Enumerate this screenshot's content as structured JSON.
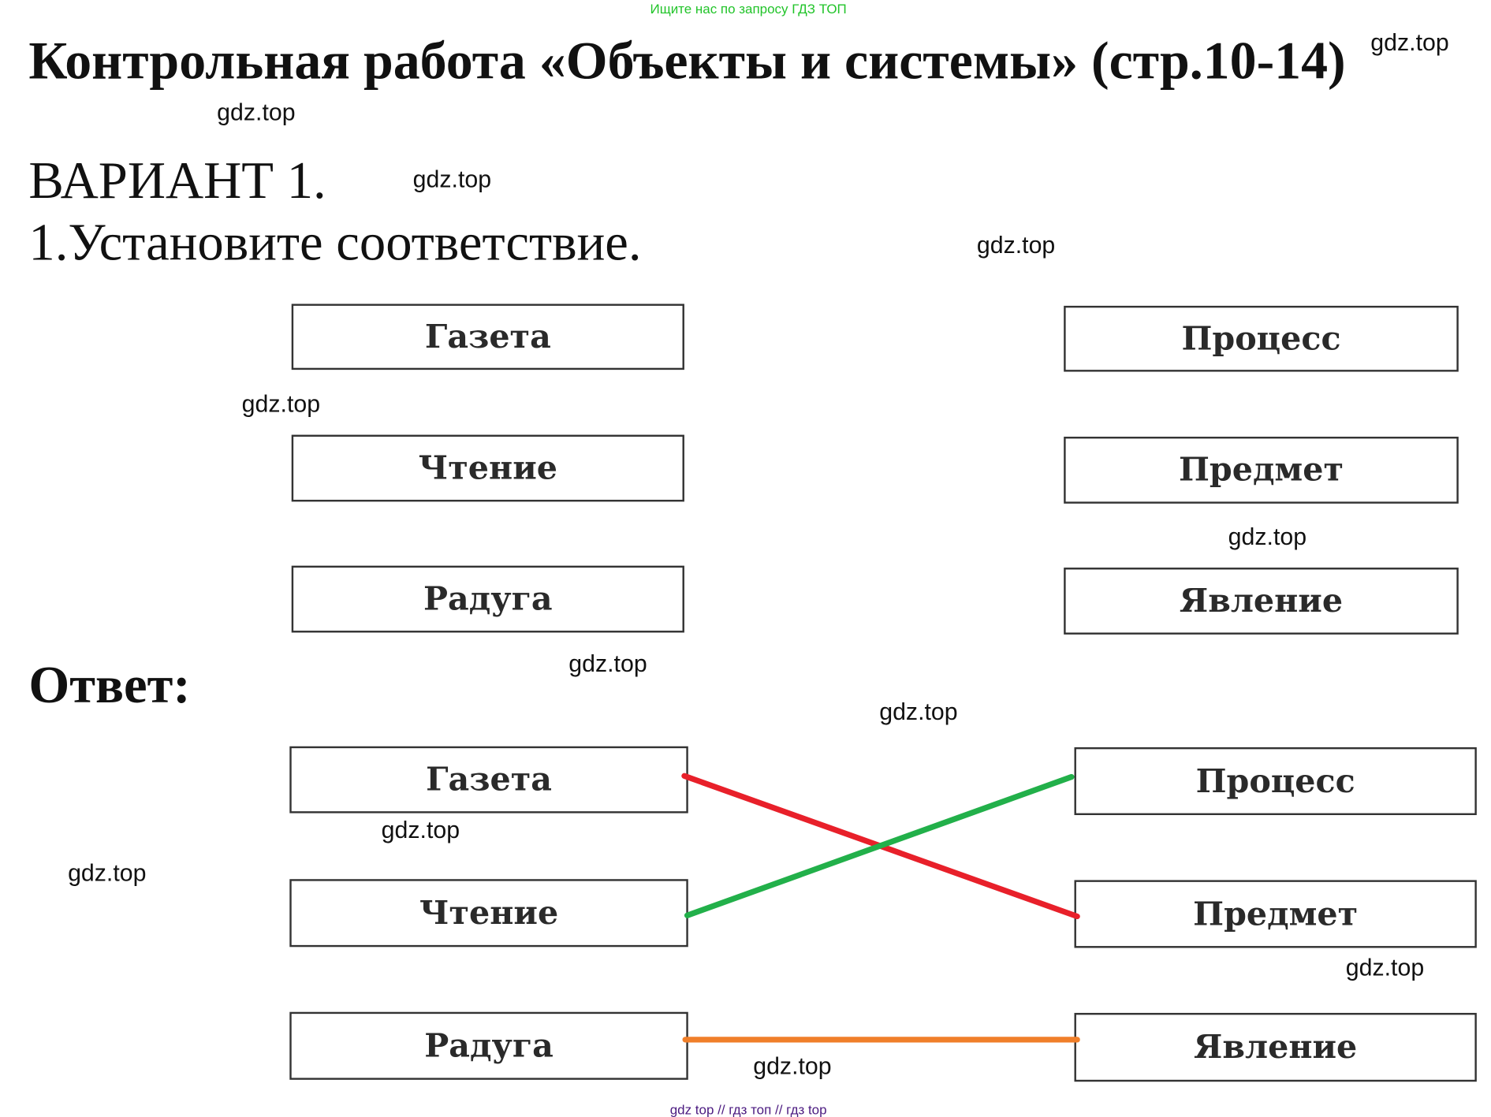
{
  "header_note": "Ищите нас по запросу ГДЗ ТОП",
  "title": "Контрольная работа «Объекты и системы» (стр.10-14)",
  "variant": "ВАРИАНТ 1.",
  "task": "1.Установите соответствие.",
  "question": {
    "left": [
      "Газета",
      "Чтение",
      "Радуга"
    ],
    "right": [
      "Процесс",
      "Предмет",
      "Явление"
    ]
  },
  "answer_label": "Ответ:",
  "answer": {
    "left": [
      "Газета",
      "Чтение",
      "Радуга"
    ],
    "right": [
      "Процесс",
      "Предмет",
      "Явление"
    ],
    "matches": [
      {
        "from": "Газета",
        "to": "Предмет",
        "color": "#e8202a"
      },
      {
        "from": "Чтение",
        "to": "Процесс",
        "color": "#22b04a"
      },
      {
        "from": "Радуга",
        "to": "Явление",
        "color": "#f07f2a"
      }
    ]
  },
  "watermark": "gdz.top",
  "footer_note": "gdz top  //  гдз топ  //  гдз top"
}
